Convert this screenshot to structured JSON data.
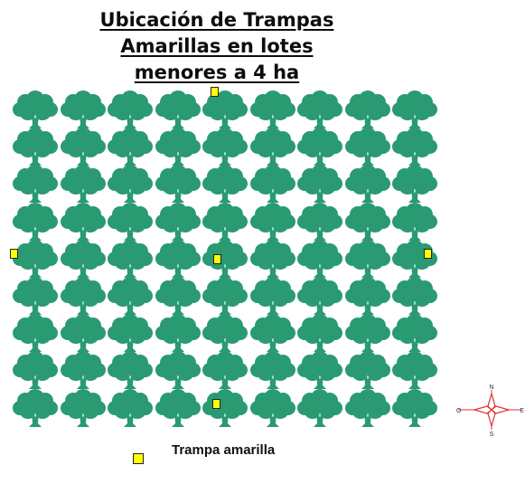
{
  "title": {
    "line1": "Ubicación de Trampas",
    "line2": "Amarillas en lotes",
    "line3": "menores a 4 ha"
  },
  "plot": {
    "rows": 9,
    "cols": 9,
    "tree_color": "#2a9a73",
    "traps": [
      {
        "label": "top edge, column 5"
      },
      {
        "label": "row 5, left edge"
      },
      {
        "label": "row 5, column 5"
      },
      {
        "label": "row 5, right edge"
      },
      {
        "label": "row 9, column 5"
      }
    ]
  },
  "compass": {
    "north": "N",
    "south": "S",
    "west": "O",
    "east": "E",
    "color": "#e03030"
  },
  "legend": {
    "label": "Trampa amarilla",
    "swatch_color": "#ffff00"
  }
}
